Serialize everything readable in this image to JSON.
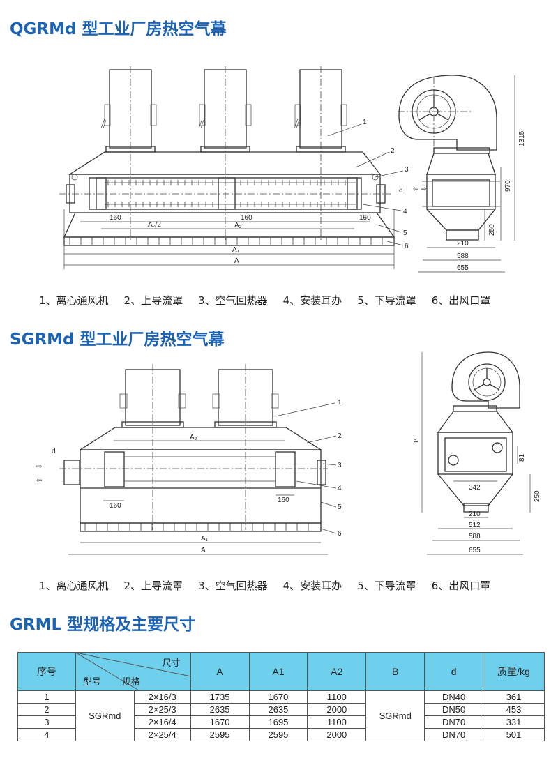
{
  "section1": {
    "title": "QGRMd 型工业厂房热空气幕",
    "dims": {
      "d160_left": "160",
      "a2_half": "A₂/2",
      "d160_mid": "160",
      "d160_right": "160",
      "a2": "A₂",
      "a1": "A₁",
      "a": "A",
      "side_1315": "1315",
      "side_970": "970",
      "side_250": "250",
      "side_210": "210",
      "side_588": "588",
      "side_655": "655",
      "d": "d"
    },
    "callouts": [
      "1",
      "2",
      "3",
      "4",
      "5",
      "6"
    ]
  },
  "section2": {
    "title": "SGRMd 型工业厂房热空气幕",
    "dims": {
      "a2": "A₂",
      "d160_left": "160",
      "d160_right": "160",
      "a1": "A₁",
      "a": "A",
      "d": "d",
      "side_b": "B",
      "side_81": "81",
      "side_342": "342",
      "side_250": "250",
      "side_210": "210",
      "side_512": "512",
      "side_588": "588",
      "side_655": "655"
    },
    "callouts": [
      "1",
      "2",
      "3",
      "4",
      "5",
      "6"
    ]
  },
  "legend": [
    "1、离心通风机",
    "2、上导流罩",
    "3、空气回热器",
    "4、安装耳办",
    "5、下导流罩",
    "6、出风口罩"
  ],
  "table": {
    "title": "GRML 型规格及主要尺寸",
    "header": {
      "seq": "序号",
      "model": "型号",
      "spec": "规格",
      "size": "尺寸",
      "a": "A",
      "a1": "A1",
      "a2": "A2",
      "b": "B",
      "d": "d",
      "mass": "质量/kg"
    },
    "model_merged": "SGRmd",
    "b_merged": "SGRmd",
    "rows": [
      {
        "seq": "1",
        "spec": "2×16/3",
        "a": "1735",
        "a1": "1670",
        "a2": "1100",
        "d": "DN40",
        "mass": "361"
      },
      {
        "seq": "2",
        "spec": "2×25/3",
        "a": "2635",
        "a1": "2635",
        "a2": "2000",
        "d": "DN50",
        "mass": "453"
      },
      {
        "seq": "3",
        "spec": "2×16/4",
        "a": "1670",
        "a1": "1695",
        "a2": "1100",
        "d": "DN70",
        "mass": "331"
      },
      {
        "seq": "4",
        "spec": "2×25/4",
        "a": "2595",
        "a1": "2595",
        "a2": "2000",
        "d": "DN70",
        "mass": "501"
      }
    ]
  },
  "colors": {
    "title_blue": "#1c63b3",
    "header_cyan": "#6fd0ee"
  }
}
